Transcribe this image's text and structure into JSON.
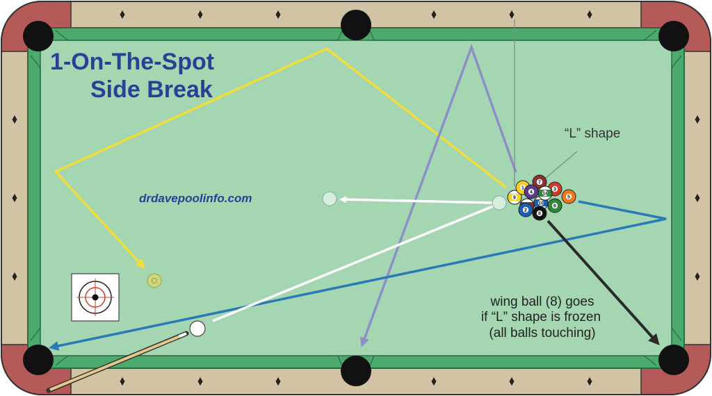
{
  "title": {
    "line1": "1-On-The-Spot",
    "line2": "Side Break"
  },
  "website": "drdavepoolinfo.com",
  "annotations": {
    "l_shape": "“L” shape",
    "wing_ball": [
      "wing ball (8) goes",
      "if “L” shape is frozen",
      "(all balls touching)"
    ]
  },
  "balls": [
    {
      "num": "9",
      "color": "#f2d21a"
    },
    {
      "num": "1",
      "color": "#f2d21a"
    },
    {
      "num": "15",
      "color": "#8b2f2f"
    },
    {
      "num": "7",
      "color": "#8b2f2f"
    },
    {
      "num": "4",
      "color": "#5c3a8c"
    },
    {
      "num": "3",
      "color": "#d23a2a"
    },
    {
      "num": "10",
      "color": "#1a5fb4"
    },
    {
      "num": "5",
      "color": "#f07a1a"
    },
    {
      "num": "6",
      "color": "#2a8a3a"
    },
    {
      "num": "2",
      "color": "#1a5fb4"
    },
    {
      "num": "8",
      "color": "#111111"
    },
    {
      "num": "14",
      "color": "#2a8a3a"
    }
  ],
  "colors": {
    "felt": "#a3d6b1",
    "cushion": "#4daa6d",
    "rail": "#d3c3a5",
    "corner": "#b45a58",
    "title_text": "#2b3f94",
    "cue_path": "#ffffff",
    "yellow_path": "#f0dc3a",
    "purple_path": "#8f8fc8",
    "blue_path": "#2a7ab8",
    "black_path": "#2a2a2a"
  },
  "icons": [
    "cue-stick-icon",
    "target-icon",
    "diamond-marker-icon",
    "pocket-icon"
  ]
}
